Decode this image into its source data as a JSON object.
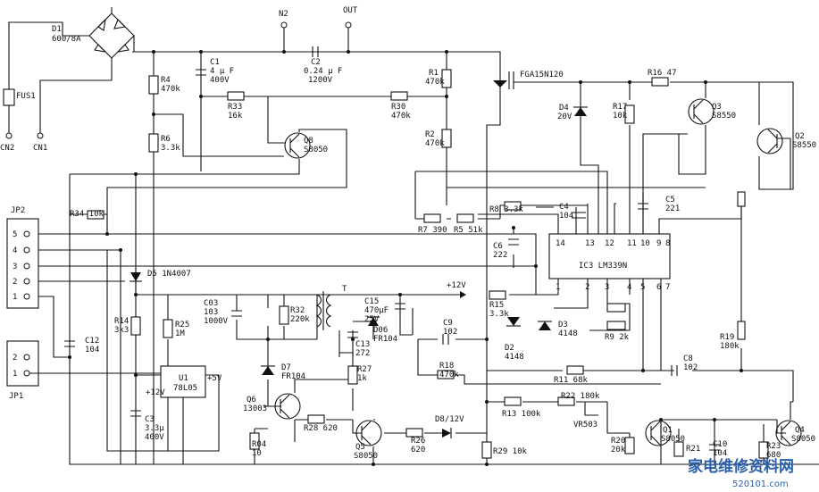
{
  "labels": {
    "n2": "N2",
    "out": "OUT",
    "d1": "D1",
    "d1_val": "600/8A",
    "fus1": "FUS1",
    "cn2": "CN2",
    "cn1": "CN1",
    "c1": "C1",
    "c1_val": "4 μ F",
    "c1_v": "400V",
    "c2": "C2",
    "c2_val": "0.24 μ F",
    "c2_v": "1200V",
    "r4": "R4",
    "r4_val": "470k",
    "r33": "R33",
    "r33_val": "16k",
    "r30": "R30",
    "r30_val": "470k",
    "r1": "R1",
    "r1_val": "470k",
    "r2": "R2",
    "r2_val": "470k",
    "r6": "R6",
    "r6_val": "3.3k",
    "q8": "Q8",
    "q8_val": "S8050",
    "igbt": "FGA15N120",
    "d4": "D4",
    "d4_val": "20V",
    "r17": "R17",
    "r17_val": "10k",
    "r16": "R16 47",
    "q3": "Q3",
    "q3_val": "S8550",
    "q2": "Q2",
    "q2_val": "S8550",
    "c5": "C5",
    "c5_val": "221",
    "c4": "C4",
    "c4_val": "104",
    "r8": "R8 3.3k",
    "r7": "R7 390",
    "r5": "R5 51k",
    "c6": "C6",
    "c6_val": "222",
    "ic3": "IC3 LM339N",
    "jp2": "JP2",
    "jp1": "JP1",
    "r34": "R34 10k",
    "d5": "D5 1N4007",
    "c03": "C03",
    "c03_val": "103",
    "c03_v": "1000V",
    "r32": "R32",
    "r32_val": "220k",
    "t": "T",
    "c15": "C15",
    "c15_val": "470μF",
    "c15_v": "25V",
    "plus12v": "+12V",
    "r15": "R15",
    "r15_val": "3.3k",
    "d3": "D3",
    "d3_val": "4148",
    "d2": "D2",
    "d2_val": "4148",
    "r9": "R9 2k",
    "c12": "C12",
    "c12_val": "104",
    "r14": "R14",
    "r14_val": "3k3",
    "r25": "R25",
    "r25_val": "1M",
    "d7": "D7",
    "d7_val": "FR104",
    "d06": "D06",
    "d06_val": "FR104",
    "c13": "C13",
    "c13_val": "272",
    "c9": "C9",
    "c9_val": "102",
    "r18": "R18",
    "r18_val": "470k",
    "c8": "C8",
    "c8_val": "102",
    "r19": "R19",
    "r19_val": "180k",
    "u1": "U1",
    "u1_val": "78L05",
    "plus5v": "+5V",
    "plus12v_b": "+12V",
    "q6": "Q6",
    "q6_val": "13003",
    "r27": "R27",
    "r27_val": "1k",
    "r11": "R11 68k",
    "r22": "R22 180k",
    "vr503": "VR503",
    "r13": "R13 100k",
    "c3": "C3",
    "c3_val": "3.3μ",
    "c3_v": "400V",
    "r28": "R28 620",
    "r04": "R04",
    "r04_val": "10",
    "q5": "Q5",
    "q5_val": "S8050",
    "r26": "R26",
    "r26_val": "620",
    "d8": "D8/12V",
    "r29": "R29 10k",
    "r20": "R20",
    "r20_val": "20k",
    "q1": "Q1",
    "q1_val": "S8050",
    "r21": "R21",
    "c10": "C10",
    "c10_val": "104",
    "r23": "R23",
    "r23_val": "680",
    "q4": "Q4",
    "q4_val": "S8050",
    "pins_top": [
      "14",
      "13",
      "12",
      "11",
      "10",
      "9",
      "8"
    ],
    "pins_bottom": [
      "1",
      "2",
      "3",
      "4",
      "5",
      "6",
      "7"
    ],
    "jp2_pins": [
      "5",
      "4",
      "3",
      "2",
      "1"
    ],
    "jp1_pins": [
      "2",
      "1"
    ],
    "watermark": "家电维修资料网",
    "watermark_url": "520101.com"
  }
}
